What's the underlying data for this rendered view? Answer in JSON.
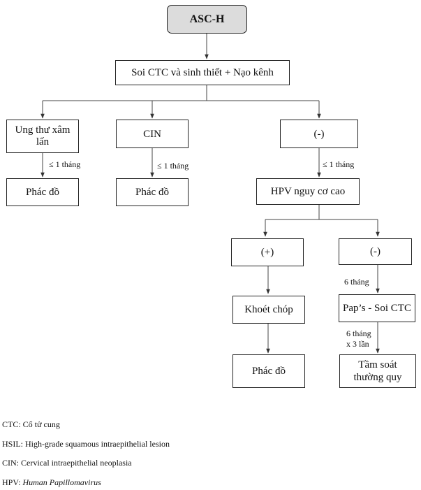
{
  "nodes": {
    "root": "ASC-H",
    "soi": "Soi CTC và sinh thiết + Nạo kênh",
    "ung_thu": "Ung thư xâm lấn",
    "cin": "CIN",
    "neg1": "(-)",
    "phac_do_1": "Phác đồ",
    "phac_do_2": "Phác đồ",
    "hpv": "HPV nguy cơ cao",
    "pos": "(+)",
    "neg2": "(-)",
    "khoet_chop": "Khoét chóp",
    "paps": "Pap’s - Soi CTC",
    "phac_do_3": "Phác đồ",
    "tam_soat": "Tầm soát thường quy"
  },
  "edge_labels": {
    "le1_a": "≤ 1 tháng",
    "le1_b": "≤ 1 tháng",
    "le1_c": "≤ 1 tháng",
    "six_month": "6 tháng",
    "six_month_b": "6 tháng",
    "x3": "x 3 lần"
  },
  "legend": {
    "ctc": "CTC: Cổ tử cung",
    "hsil": "HSIL: High-grade squamous intraepithelial lesion",
    "cin": "CIN: Cervical intraepithelial neoplasia",
    "hpv_prefix": "HPV: ",
    "hpv_italic": "Human Papillomavirus"
  }
}
